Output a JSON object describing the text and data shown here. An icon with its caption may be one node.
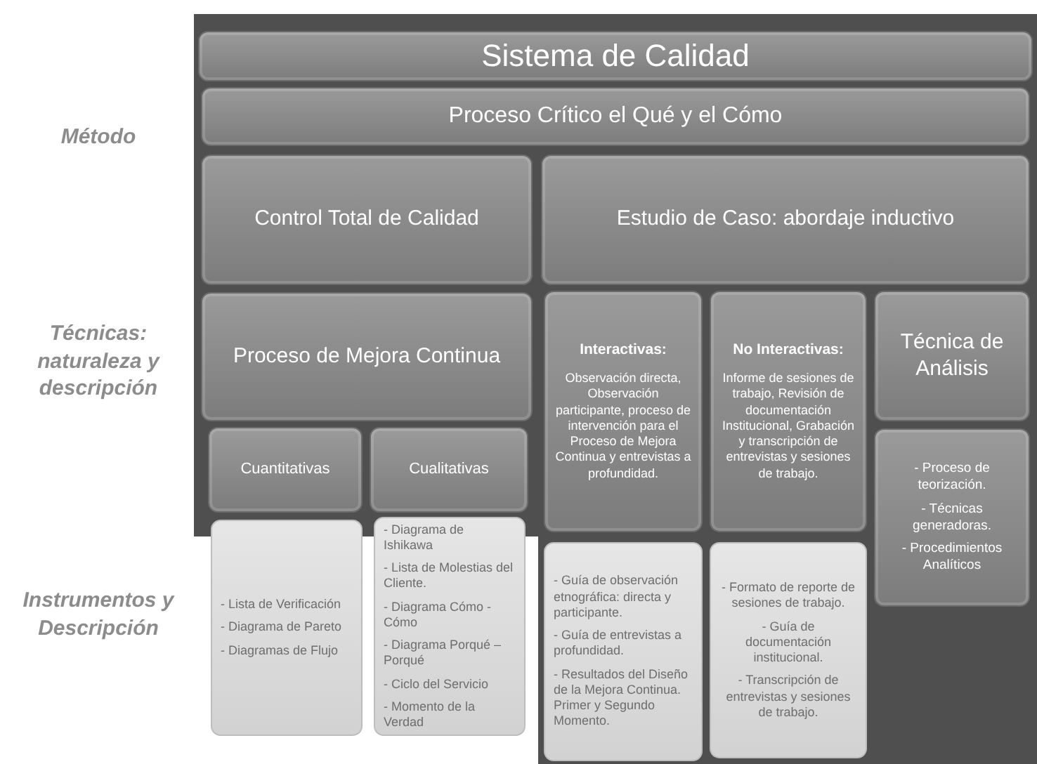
{
  "diagram": {
    "nodes": [
      {
        "text": [
          "Sistema de Calidad"
        ]
      },
      {
        "text": [
          "Proceso Crítico el Qué y el Cómo"
        ]
      },
      {
        "text": [
          "Control Total de Calidad"
        ]
      },
      {
        "text": [
          "Estudio de Caso: abordaje inductivo"
        ]
      },
      {
        "text": [
          "Proceso de Mejora Continua"
        ]
      },
      {
        "text": [
          "Cuantitativas"
        ]
      },
      {
        "text": [
          "Cualitativas"
        ]
      },
      {
        "text": [
          "Interactivas:",
          "Observación directa, Observación participante, proceso de intervención para el Proceso de Mejora Continua y entrevistas a profundidad."
        ]
      },
      {
        "text": [
          "No Interactivas:",
          "Informe de sesiones de trabajo, Revisión de documentación Institucional, Grabación y transcripción de entrevistas y sesiones de trabajo."
        ]
      },
      {
        "text": [
          "Técnica de Análisis"
        ]
      },
      {
        "text": [
          "- Lista de Verificación",
          "- Diagrama de Pareto",
          "- Diagramas de Flujo"
        ]
      },
      {
        "text": [
          "- Diagrama de Ishikawa",
          "- Lista de Molestias del Cliente.",
          "- Diagrama Cómo - Cómo",
          "- Diagrama Porqué – Porqué",
          "- Ciclo del Servicio",
          "- Momento de la Verdad"
        ]
      },
      {
        "text": [
          "- Guía de observación etnográfica: directa y participante.",
          "- Guía de entrevistas a profundidad.",
          "- Resultados del Diseño de la Mejora Continua. Primer y Segundo Momento."
        ]
      },
      {
        "text": [
          "- Formato de reporte de sesiones de trabajo.",
          "- Guía de documentación institucional.",
          "- Transcripción de entrevistas y sesiones de trabajo."
        ]
      },
      {
        "text": [
          "- Proceso de teorización.",
          "- Técnicas generadoras.",
          "- Procedimientos Analíticos"
        ]
      }
    ],
    "labels": [
      "Método",
      "Técnicas: naturaleza y descripción",
      "Instrumentos y Descripción"
    ]
  }
}
